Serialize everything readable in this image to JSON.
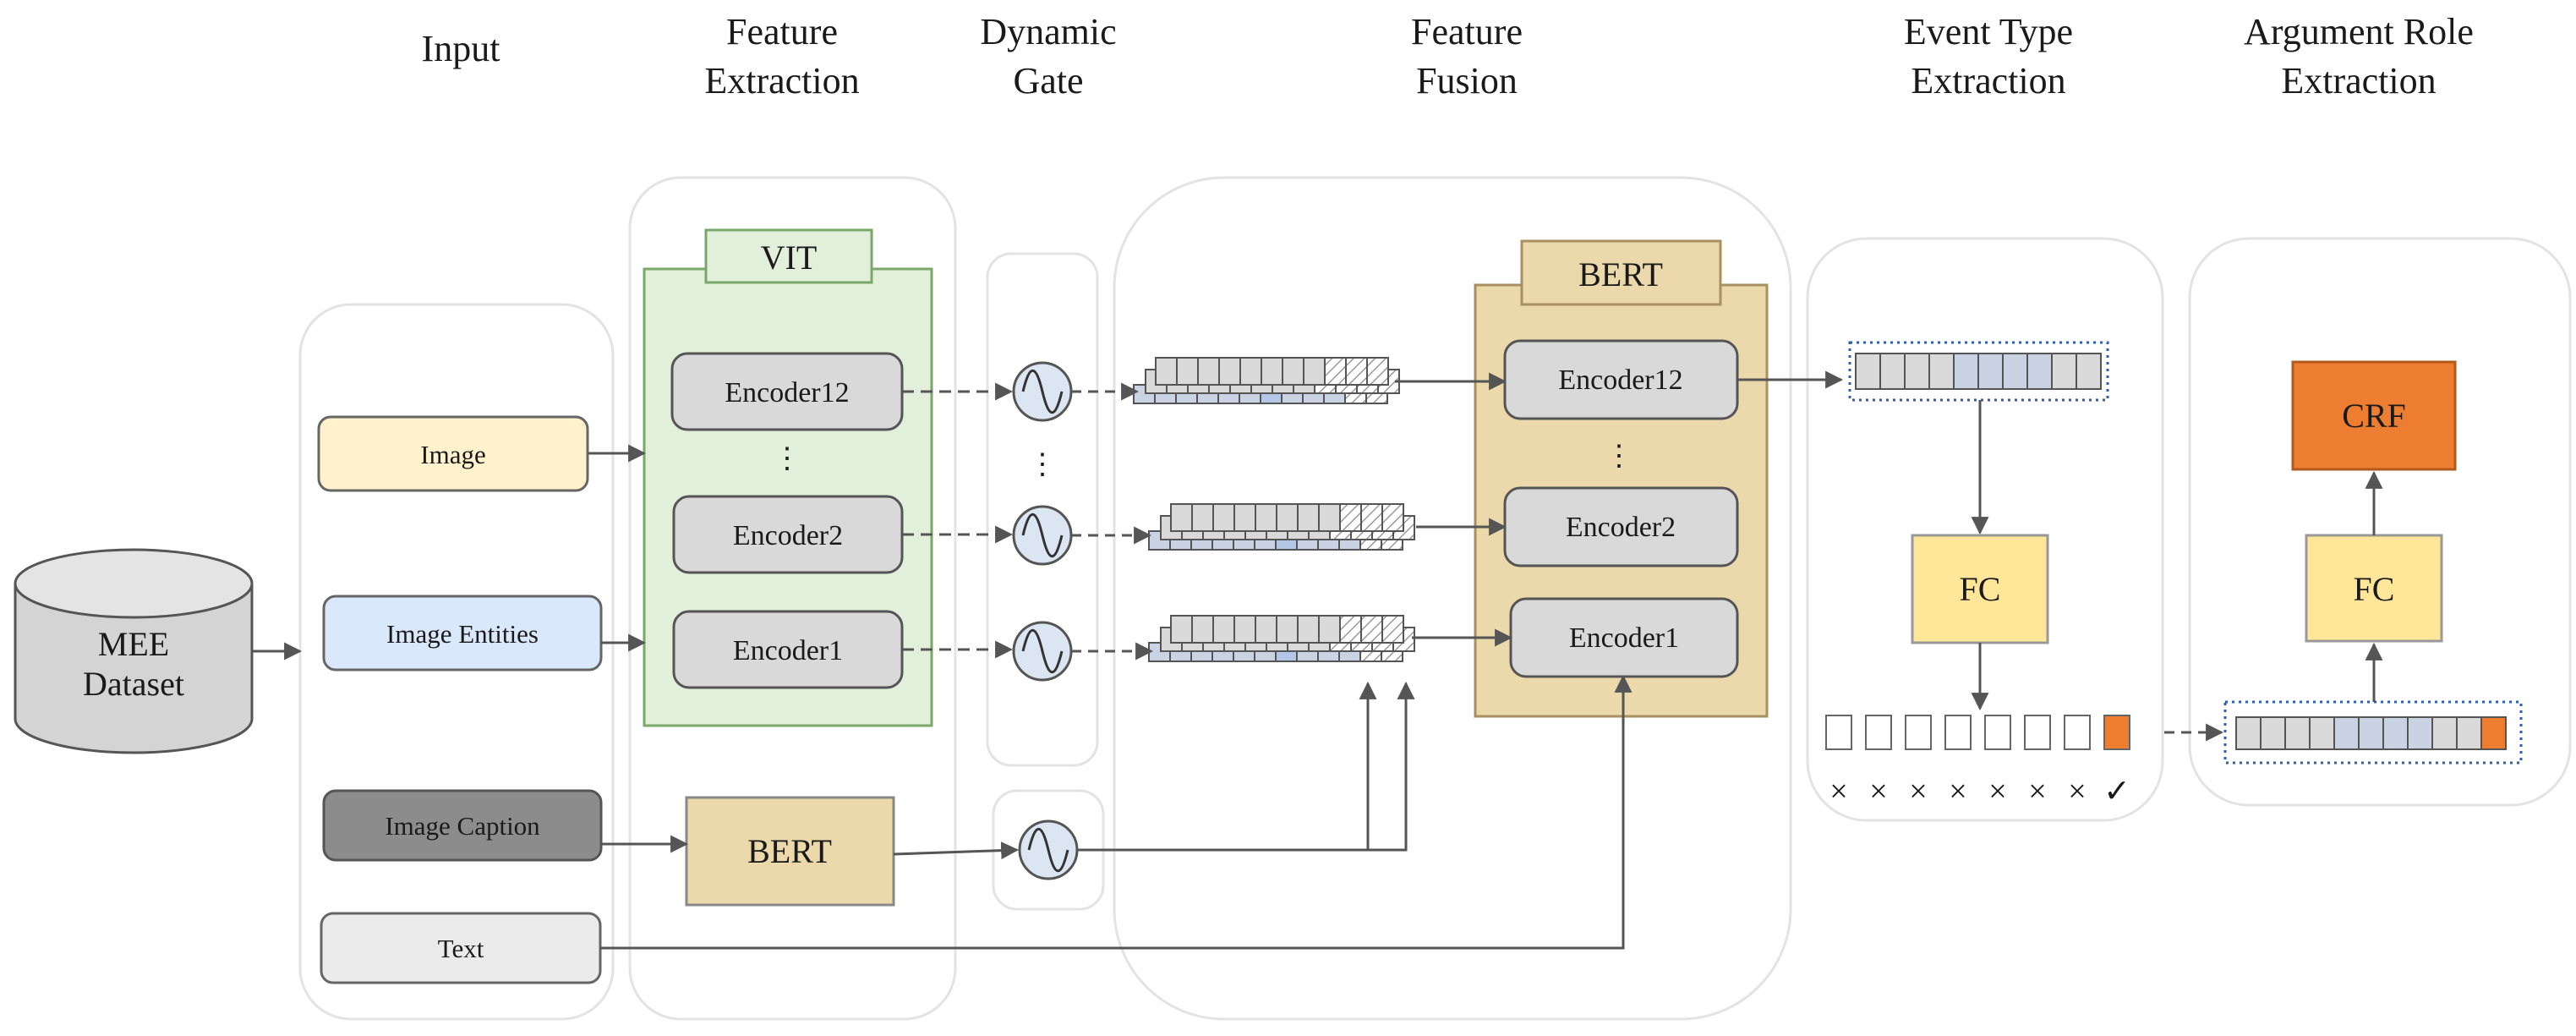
{
  "headers": {
    "input": "Input",
    "feature_extraction": [
      "Feature",
      "Extraction"
    ],
    "dynamic_gate": [
      "Dynamic",
      "Gate"
    ],
    "feature_fusion": [
      "Feature",
      "Fusion"
    ],
    "event_type_extraction": [
      "Event Type",
      "Extraction"
    ],
    "argument_role_extraction": [
      "Argument Role",
      "Extraction"
    ]
  },
  "dataset": [
    "MEE",
    "Dataset"
  ],
  "inputs": {
    "image": "Image",
    "image_entities": "Image Entities",
    "image_caption": "Image Caption",
    "text": "Text"
  },
  "vit": {
    "title": "VIT",
    "encoders": [
      "Encoder12",
      "Encoder2",
      "Encoder1"
    ],
    "ellipsis": "⋮"
  },
  "caption_bert": "BERT",
  "gate_ellipsis": "⋮",
  "fusion_bert": {
    "title": "BERT",
    "encoders": [
      "Encoder12",
      "Encoder2",
      "Encoder1"
    ],
    "ellipsis": "⋮"
  },
  "event_type": {
    "fc": "FC",
    "marks": [
      "×",
      "×",
      "×",
      "×",
      "×",
      "×",
      "×",
      "✓"
    ]
  },
  "argument_role": {
    "fc": "FC",
    "crf": "CRF"
  },
  "colors": {
    "image": "#fff2cc",
    "image_entities": "#dae8fc",
    "image_caption": "#8c8c8c",
    "text": "#ebebeb",
    "vit_bg": "#e2efda",
    "bert": "#ecd9ab",
    "encoder": "#d9d9d9",
    "fc": "#ffe699",
    "crf": "#ed7d31",
    "token_selected": "#ed7d31",
    "gate": "#dce6f2"
  }
}
